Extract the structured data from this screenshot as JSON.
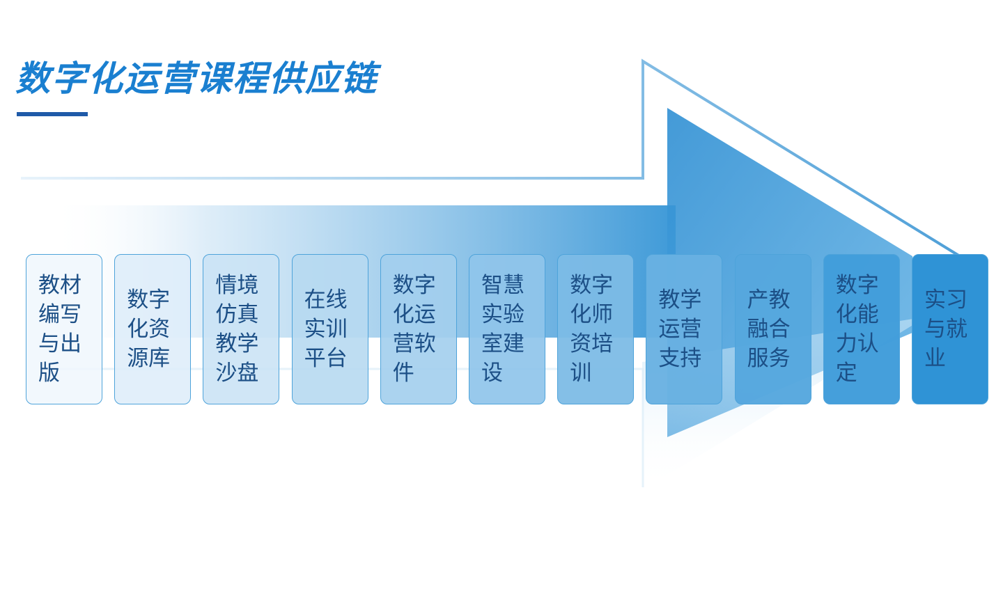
{
  "title": "数字化运营课程供应链",
  "steps": [
    {
      "label": "教材编写与出版"
    },
    {
      "label": "数字化资源库"
    },
    {
      "label": "情境仿真教学沙盘"
    },
    {
      "label": "在线实训平台"
    },
    {
      "label": "数字化运营软件"
    },
    {
      "label": "智慧实验室建设"
    },
    {
      "label": "数字化师资培训"
    },
    {
      "label": "教学运营支持"
    },
    {
      "label": "产教融合服务"
    },
    {
      "label": "数字化能力认定"
    },
    {
      "label": "实习与就业"
    }
  ],
  "colors": {
    "title": "#1a7fd0",
    "underline": "#1f5aa8",
    "arrow_deep": "#2f93d6",
    "text": "#1c4f86",
    "box_border": "#4ea3da"
  }
}
